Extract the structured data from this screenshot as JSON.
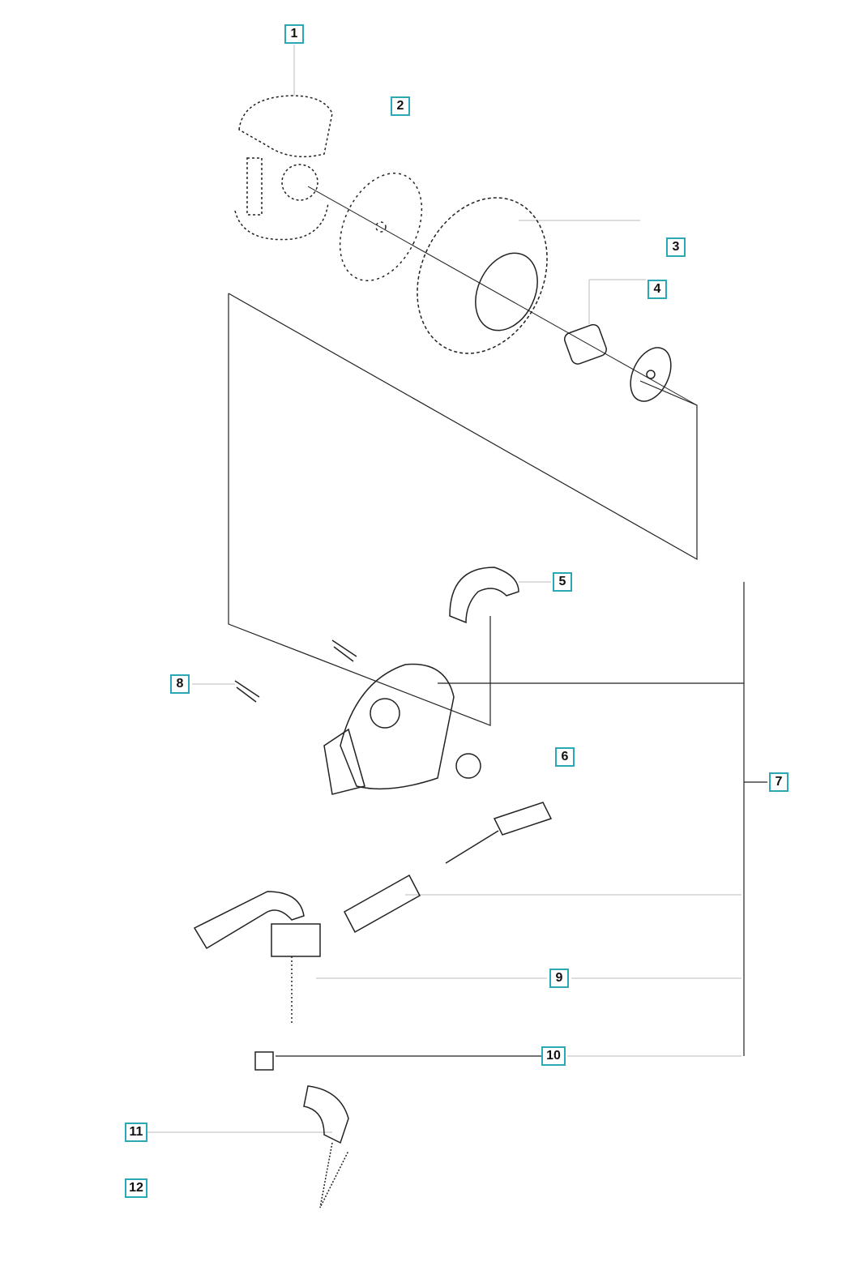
{
  "diagram": {
    "accent_color": "#2aa9b5",
    "callouts": [
      {
        "label": "1"
      },
      {
        "label": "2"
      },
      {
        "label": "3"
      },
      {
        "label": "4"
      },
      {
        "label": "5"
      },
      {
        "label": "6"
      },
      {
        "label": "7"
      },
      {
        "label": "8"
      },
      {
        "label": "9"
      },
      {
        "label": "10"
      },
      {
        "label": "11"
      },
      {
        "label": "12"
      }
    ]
  }
}
